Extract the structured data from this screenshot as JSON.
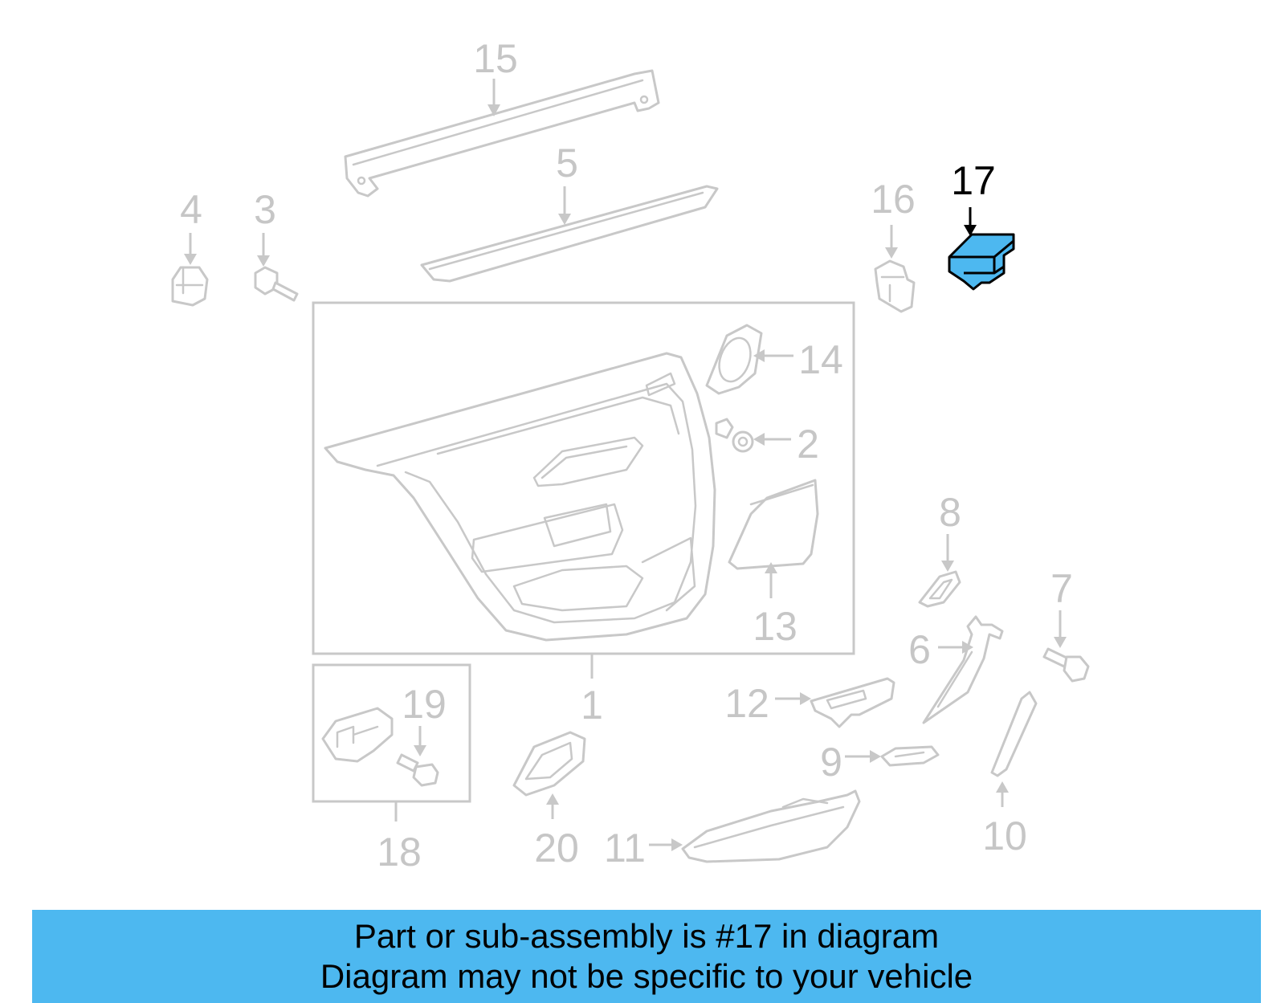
{
  "diagram": {
    "highlight_color": "#4db8f0",
    "line_color": "#c8c8c8",
    "highlighted_part": "17",
    "callouts": {
      "c1": "1",
      "c2": "2",
      "c3": "3",
      "c4": "4",
      "c5": "5",
      "c6": "6",
      "c7": "7",
      "c8": "8",
      "c9": "9",
      "c10": "10",
      "c11": "11",
      "c12": "12",
      "c13": "13",
      "c14": "14",
      "c15": "15",
      "c16": "16",
      "c17": "17",
      "c18": "18",
      "c19": "19",
      "c20": "20"
    }
  },
  "banner": {
    "line1": "Part or sub-assembly is #17 in diagram",
    "line2": "Diagram may not be specific to your vehicle",
    "background": "#4db8f0"
  }
}
